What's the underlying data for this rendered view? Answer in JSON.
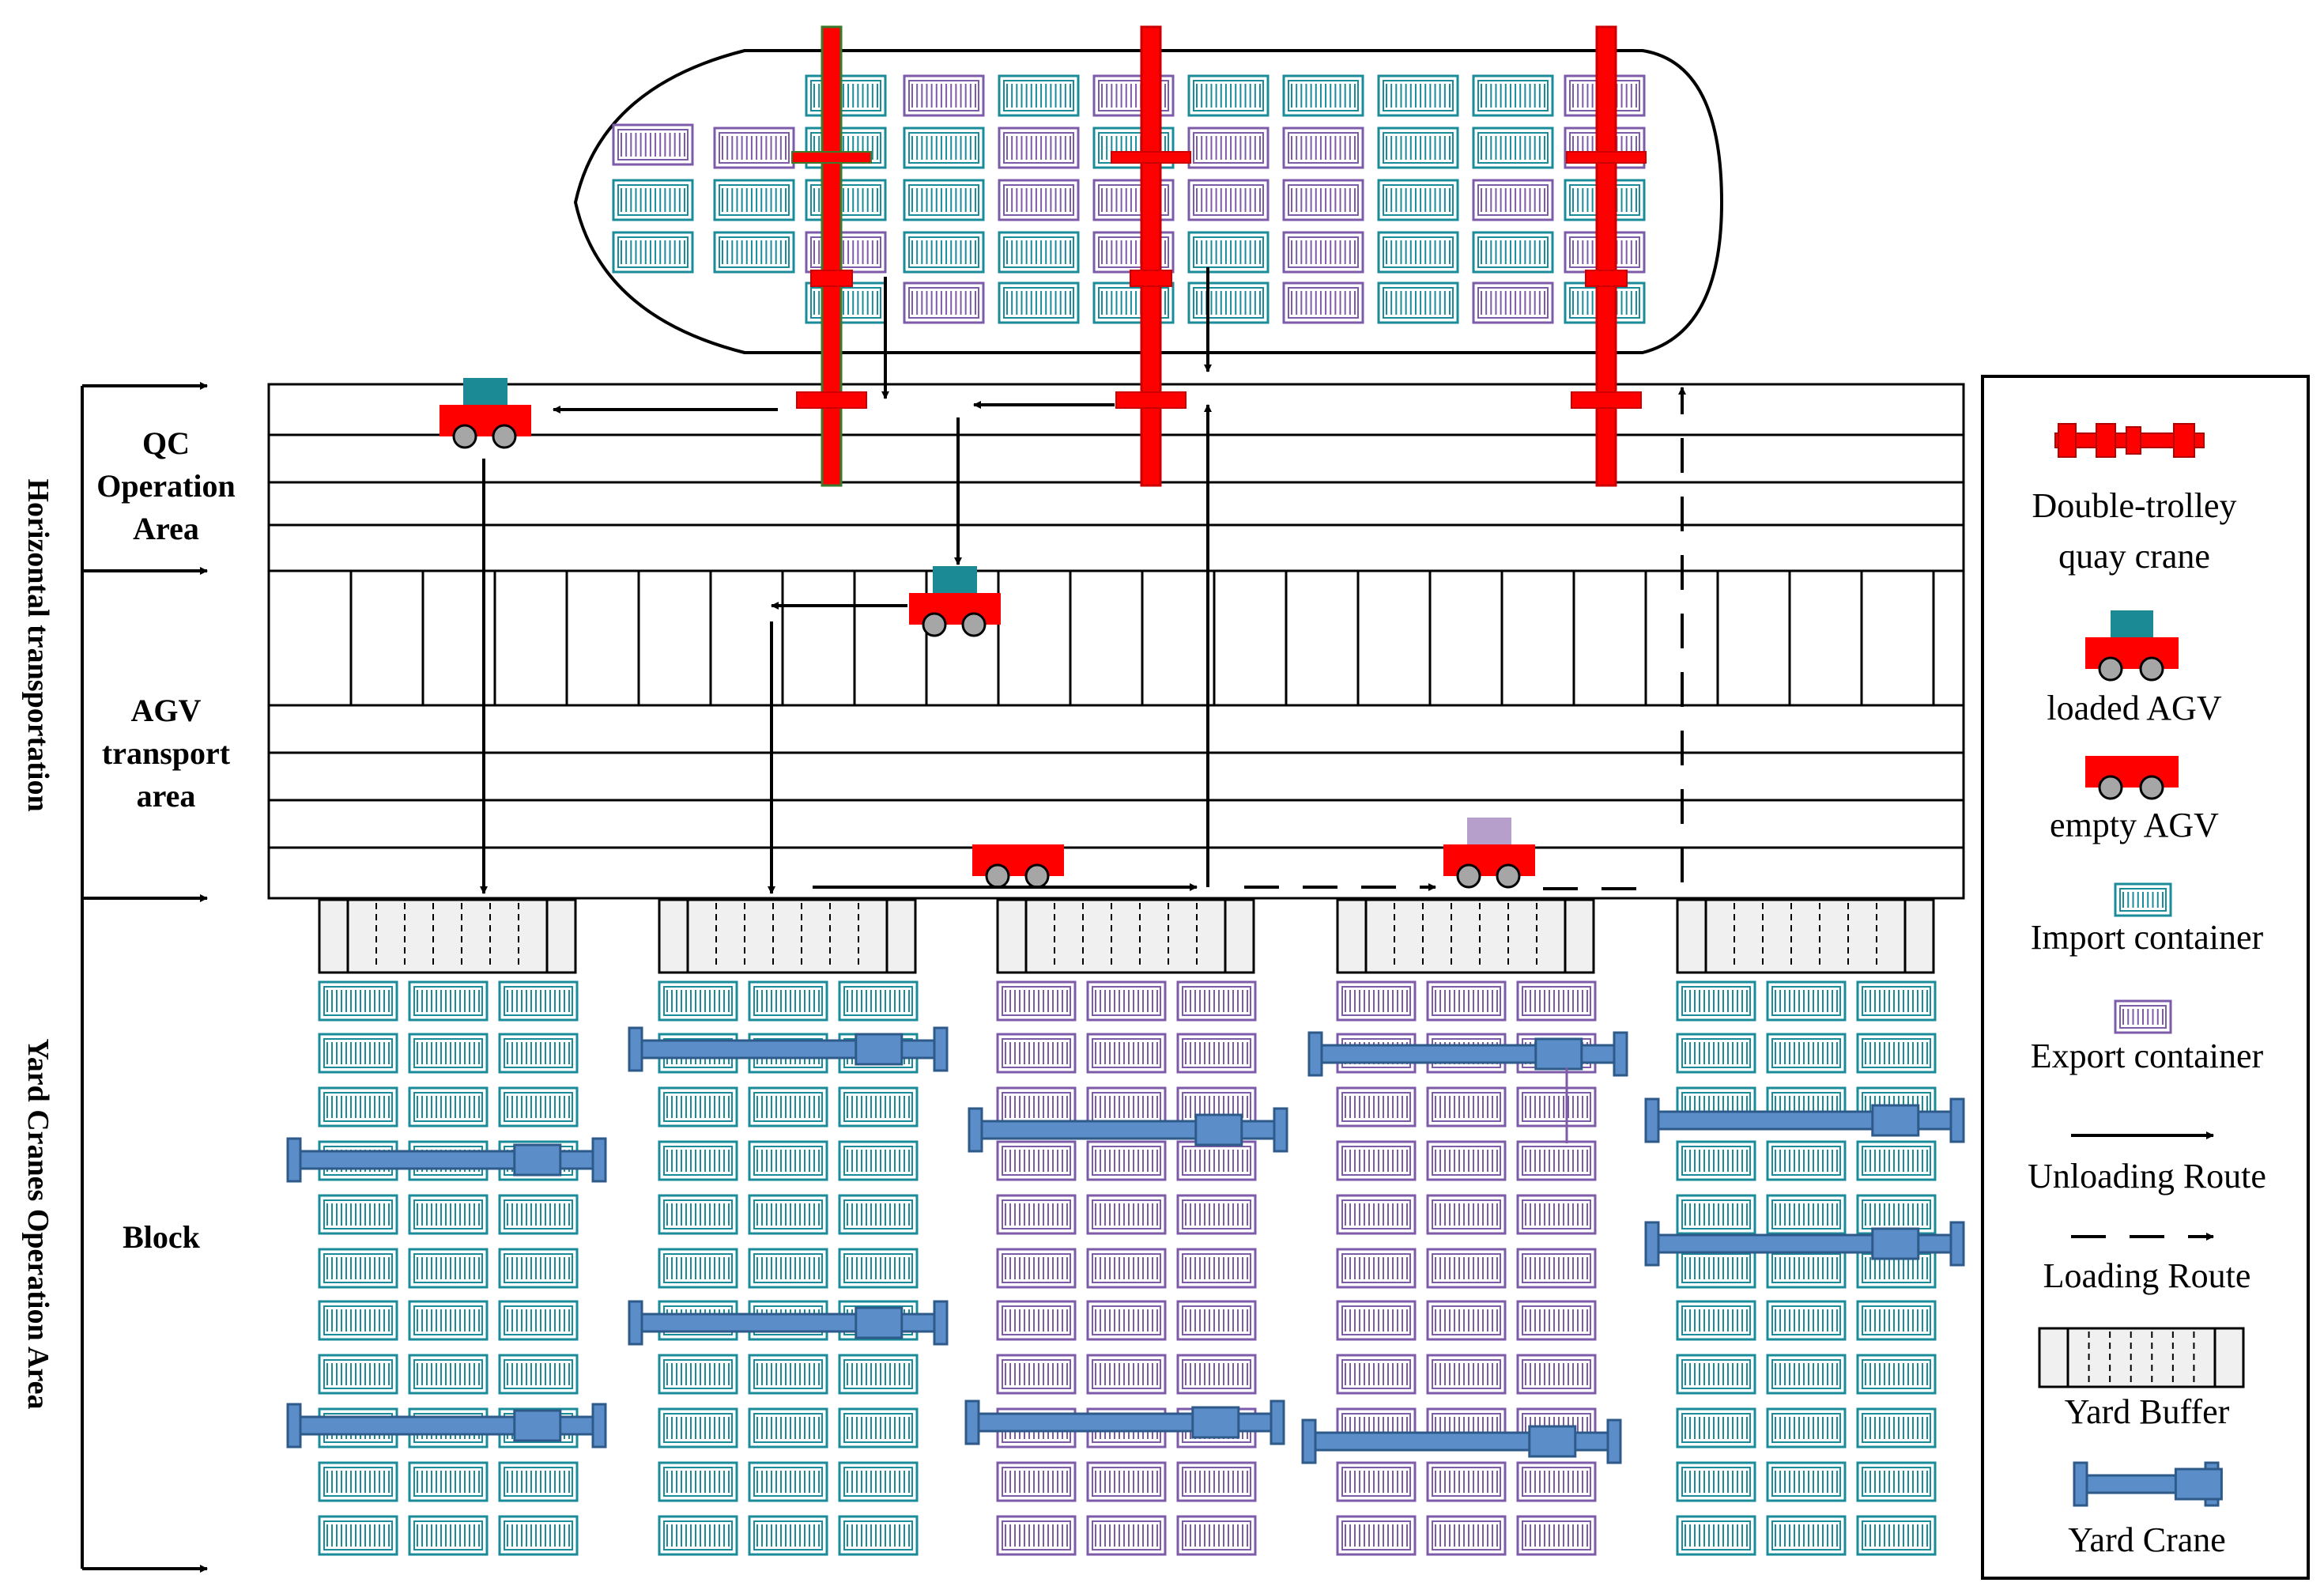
{
  "axis_labels": {
    "horizontal_transportation": "Horizontal transportation",
    "yard_cranes_operation_area": "Yard Cranes Operation Area"
  },
  "zones": {
    "qc_operation_area": [
      "QC",
      "Operation",
      "Area"
    ],
    "agv_transport_area": [
      "AGV",
      "transport",
      "area"
    ],
    "block": "Block"
  },
  "legend": {
    "double_trolley_quay_crane": [
      "Double-trolley",
      "quay crane"
    ],
    "loaded_agv": "loaded AGV",
    "empty_agv": "empty AGV",
    "import_container": "Import container",
    "export_container": "Export container",
    "unloading_route": "Unloading Route",
    "loading_route": "Loading Route",
    "yard_buffer": "Yard Buffer",
    "yard_crane": "Yard Crane"
  },
  "colors": {
    "quay_crane": "#ff0000",
    "agv_body": "#ff0000",
    "agv_wheel": "#a6a6a6",
    "loaded_cargo": "#1b8a94",
    "export_cargo": "#b79fcc",
    "import_container": "#1a8c99",
    "export_container": "#7e5ba8",
    "yard_crane": "#5b8ec9",
    "yard_crane_stroke": "#2e5a8a",
    "yard_buffer_fill": "#f0f0f0"
  },
  "ship_bay_types": [
    [
      "",
      "I",
      "E",
      "I",
      "E",
      "I",
      "I",
      "I",
      "I",
      "E"
    ],
    [
      "E",
      "I",
      "I",
      "E",
      "I",
      "E",
      "E",
      "I",
      "I",
      "E"
    ],
    [
      "I",
      "I",
      "I",
      "E",
      "E",
      "E",
      "E",
      "I",
      "E",
      "I"
    ],
    [
      "I",
      "E",
      "I",
      "I",
      "E",
      "I",
      "E",
      "I",
      "I",
      "E"
    ],
    [
      "",
      "I",
      "E",
      "I",
      "I",
      "I",
      "E",
      "I",
      "E",
      "I"
    ]
  ],
  "yard_block_types": [
    "import",
    "import",
    "export",
    "export",
    "import"
  ]
}
